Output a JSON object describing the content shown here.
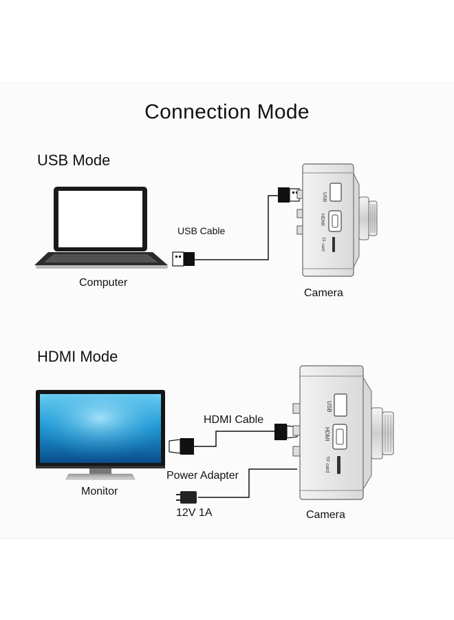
{
  "title": "Connection Mode",
  "usb_mode": {
    "heading": "USB Mode",
    "cable_label": "USB Cable",
    "computer_label": "Computer",
    "camera_label": "Camera"
  },
  "hdmi_mode": {
    "heading": "HDMI Mode",
    "cable_label": "HDMI Cable",
    "adapter_label": "Power Adapter",
    "adapter_spec": "12V 1A",
    "monitor_label": "Monitor",
    "camera_label": "Camera"
  },
  "camera_ports": {
    "usb": "USB",
    "hdmi": "HDMI",
    "tf": "TF card"
  }
}
